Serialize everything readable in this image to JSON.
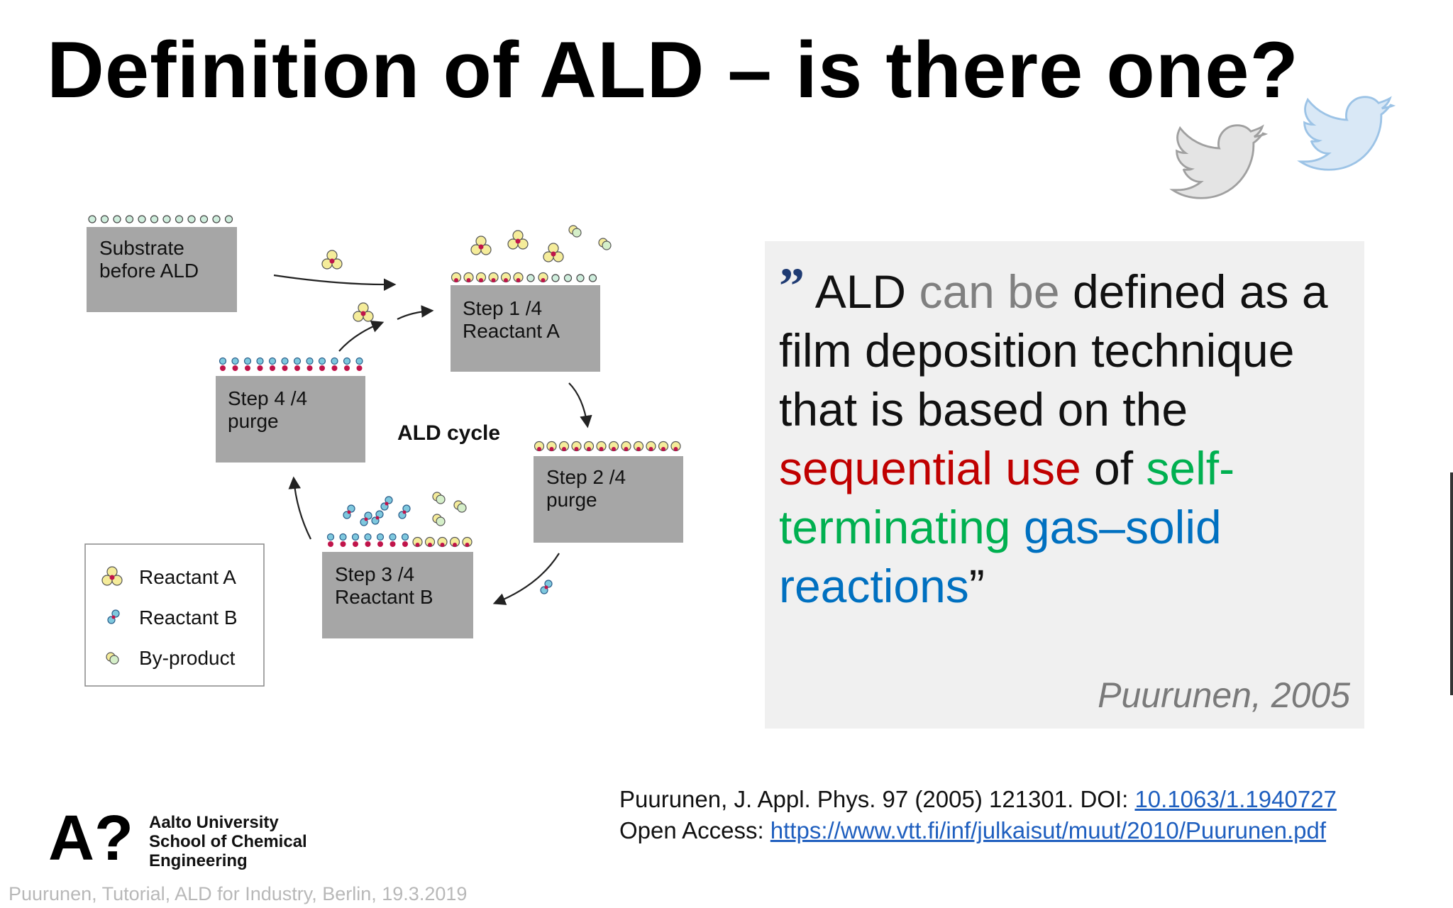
{
  "slide": {
    "title": "Definition of ALD – is there one?",
    "footer": "Puurunen, Tutorial, ALD for Industry, Berlin, 19.3.2019"
  },
  "diagram": {
    "boxes": [
      {
        "line1": "Substrate",
        "line2": "before ALD"
      },
      {
        "line1": "Step 1 /4",
        "line2": "Reactant A"
      },
      {
        "line1": "Step 2 /4",
        "line2": "purge"
      },
      {
        "line1": "Step 3 /4",
        "line2": "Reactant B"
      },
      {
        "line1": "Step 4 /4",
        "line2": "purge"
      }
    ],
    "cycle_label": "ALD cycle",
    "legend": [
      {
        "label": "Reactant A",
        "icon": "reactant-a-icon"
      },
      {
        "label": "Reactant B",
        "icon": "reactant-b-icon"
      },
      {
        "label": "By-product",
        "icon": "by-product-icon"
      }
    ]
  },
  "quote": {
    "open_mark": "”",
    "segments": [
      {
        "text": "ALD ",
        "color": "#111111"
      },
      {
        "text": "can be",
        "color": "#808080"
      },
      {
        "text": " defined as a film deposition technique that is based on the ",
        "color": "#111111"
      },
      {
        "text": "sequential use",
        "color": "#c00000"
      },
      {
        "text": " of ",
        "color": "#111111"
      },
      {
        "text": "self-terminating",
        "color": "#00b050"
      },
      {
        "text": " ",
        "color": "#111111"
      },
      {
        "text": "gas–solid reactions",
        "color": "#0070c0"
      },
      {
        "text": "”",
        "color": "#111111"
      }
    ],
    "author": "Puurunen, 2005"
  },
  "reference": {
    "line1_text": "Puurunen, J. Appl. Phys. 97 (2005) 121301. DOI: ",
    "doi": "10.1063/1.1940727",
    "line2_text": "Open Access: ",
    "url": "https://www.vtt.fi/inf/julkaisut/muut/2010/Puurunen.pdf"
  },
  "logo": {
    "mark": "A?",
    "line1": "Aalto University",
    "line2": "School of Chemical",
    "line3": "Engineering"
  },
  "colors": {
    "reactant_a_fill": "#f5ec9a",
    "reactant_core": "#c0144a",
    "reactant_b_fill": "#7ec8de",
    "by_product_fill": "#d5efc9",
    "substrate_site": "#cfeedd",
    "box_fill": "#a6a6a6"
  }
}
